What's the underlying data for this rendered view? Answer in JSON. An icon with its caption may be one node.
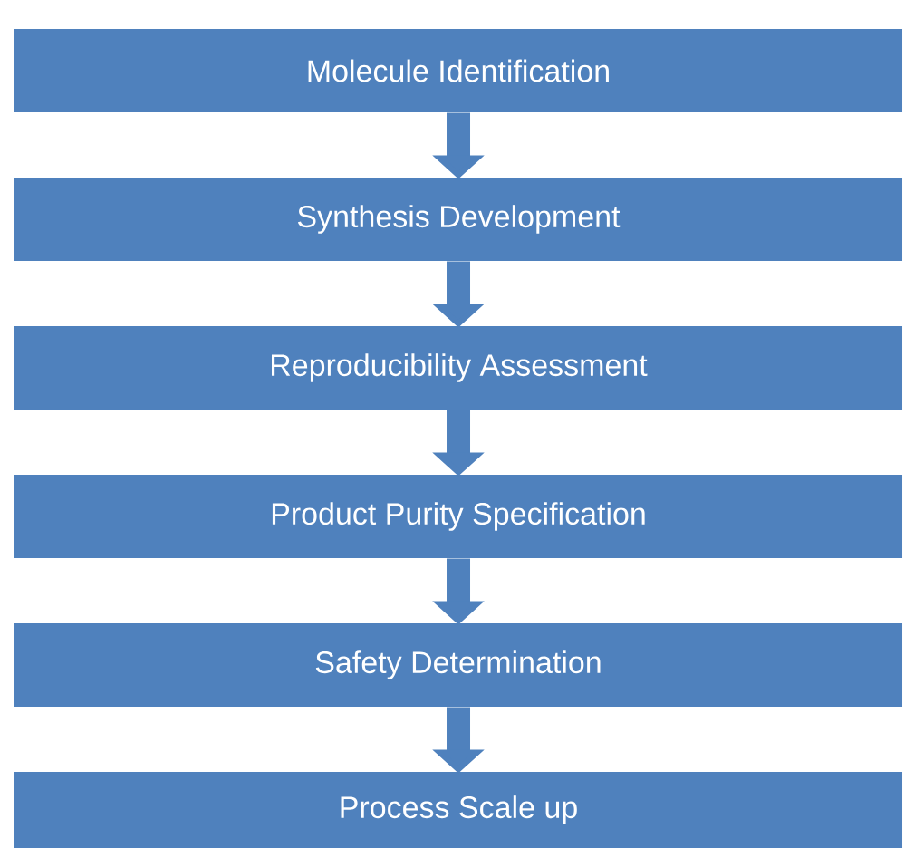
{
  "diagram": {
    "nodes": [
      {
        "text": [
          "Molecule Identification"
        ]
      },
      {
        "text": [
          "Synthesis Development"
        ]
      },
      {
        "text": [
          "Reproducibility Assessment"
        ]
      },
      {
        "text": [
          "Product Purity Specification"
        ]
      },
      {
        "text": [
          "Safety Determination"
        ]
      },
      {
        "text": [
          "Process Scale up"
        ]
      }
    ],
    "edges": [
      {
        "from": 0,
        "to": 1,
        "arrow": "to"
      },
      {
        "from": 1,
        "to": 2,
        "arrow": "to"
      },
      {
        "from": 2,
        "to": 3,
        "arrow": "to"
      },
      {
        "from": 3,
        "to": 4,
        "arrow": "to"
      },
      {
        "from": 4,
        "to": 5,
        "arrow": "to"
      }
    ]
  }
}
